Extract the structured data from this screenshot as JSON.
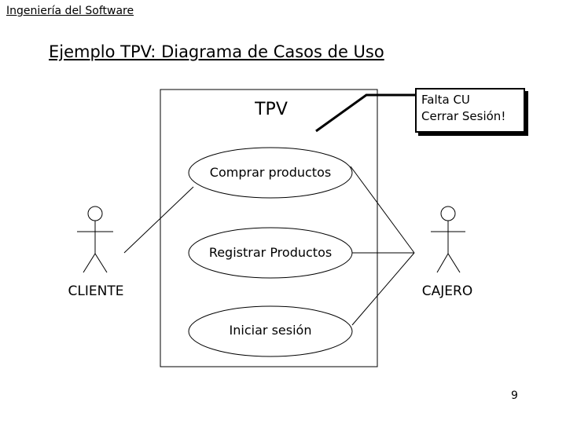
{
  "header": {
    "text": "Ingeniería del Software"
  },
  "slide": {
    "title": "Ejemplo TPV: Diagrama de Casos de Uso",
    "page_number": "9"
  },
  "system": {
    "name": "TPV"
  },
  "use_cases": [
    {
      "label": "Comprar productos"
    },
    {
      "label": "Registrar Productos"
    },
    {
      "label": "Iniciar sesión"
    }
  ],
  "actors": [
    {
      "name": "CLIENTE"
    },
    {
      "name": "CAJERO"
    }
  ],
  "note": {
    "lines": [
      "Falta CU",
      "Cerrar Sesión!"
    ]
  }
}
